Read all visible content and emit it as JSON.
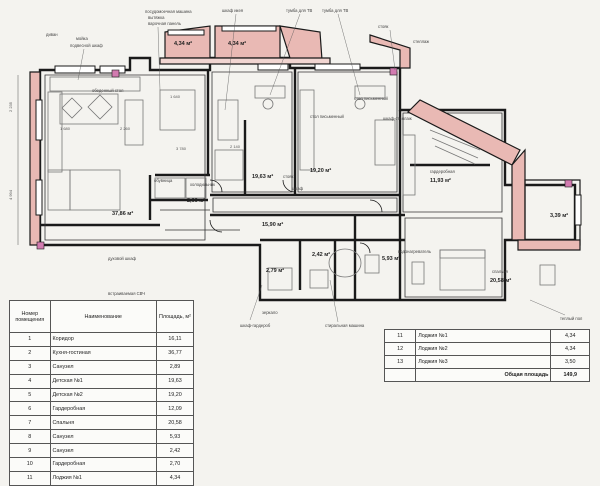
{
  "plan": {
    "rooms": [
      {
        "id": "kitchen",
        "area": "37,86 м²"
      },
      {
        "id": "wardrobe",
        "area": "2,99 м²"
      },
      {
        "id": "child1",
        "area": "19,63 м²"
      },
      {
        "id": "child2",
        "area": "19,20 м²"
      },
      {
        "id": "corridor",
        "area": "15,90 м²"
      },
      {
        "id": "wardrobe2",
        "area": "11,93 м²"
      },
      {
        "id": "loggia1",
        "area": "4,34 м²"
      },
      {
        "id": "loggia2",
        "area": "4,34 м²"
      },
      {
        "id": "loggia3",
        "area": "3,39 м²"
      },
      {
        "id": "wc1",
        "area": "2,79 м²"
      },
      {
        "id": "wc2",
        "area": "2,42 м²"
      },
      {
        "id": "bath",
        "area": "5,93 м²"
      },
      {
        "id": "bedroom",
        "area": "20,58 м²"
      }
    ],
    "labels": {
      "bedroom": "спальня",
      "wardrobe_room": "гардеробная",
      "wardrobe_closet": "шкаф-стеллаж",
      "fridge": "холодильник",
      "sofa": "диван",
      "tv_stand": "тумба для ТВ",
      "tv_stand_2": "тумба для ТВ",
      "closet_ikea": "шкаф икея",
      "desk": "стол письменный",
      "desk_2": "стол письменный",
      "riser": "стояк",
      "riser_2": "стояк",
      "closet": "шкаф",
      "washing_machine": "стиральная машина",
      "shelf_wardrobe": "шкаф-гардероб",
      "warm_floor": "теплый пол",
      "wall_cabinet": "подвесной шкаф",
      "rack": "стеллаж",
      "dishwasher": "посудомоечная машина",
      "hood": "вытяжка",
      "cooktop": "варочная панель",
      "oven": "духовой шкаф",
      "microwave": "встраиваемая СВЧ",
      "sink": "мойка",
      "dining_table": "обеденный стол",
      "shoe_rack": "обувница",
      "mirror": "зеркало",
      "boiler": "водонагреватель"
    },
    "dims": {
      "left_total": "4 994",
      "left_top": "2 235",
      "loggia_w": "1 680",
      "d1": "3 780",
      "d2": "2 260",
      "d3": "1 640",
      "d4": "2 140"
    }
  },
  "table_left": {
    "headers": {
      "num": "Номер помещения",
      "name": "Наименование",
      "area": "Площадь, м²"
    },
    "rows": [
      {
        "num": "1",
        "name": "Коридор",
        "area": "16,11"
      },
      {
        "num": "2",
        "name": "Кухня-гостиная",
        "area": "36,77"
      },
      {
        "num": "3",
        "name": "Санузел",
        "area": "2,89"
      },
      {
        "num": "4",
        "name": "Детская №1",
        "area": "19,63"
      },
      {
        "num": "5",
        "name": "Детская №2",
        "area": "19,20"
      },
      {
        "num": "6",
        "name": "Гардеробная",
        "area": "12,09"
      },
      {
        "num": "7",
        "name": "Спальня",
        "area": "20,58"
      },
      {
        "num": "8",
        "name": "Санузел",
        "area": "5,93"
      },
      {
        "num": "9",
        "name": "Санузел",
        "area": "2,42"
      },
      {
        "num": "10",
        "name": "Гардеробная",
        "area": "2,70"
      },
      {
        "num": "11",
        "name": "Лоджия №1",
        "area": "4,34"
      }
    ]
  },
  "table_right": {
    "rows": [
      {
        "num": "11",
        "name": "Лоджия №1",
        "area": "4,34"
      },
      {
        "num": "12",
        "name": "Лоджия №2",
        "area": "4,34"
      },
      {
        "num": "13",
        "name": "Лоджия №3",
        "area": "3,50"
      }
    ],
    "total_label": "Общая площадь",
    "total_value": "149,9"
  },
  "colors": {
    "wall": "#1a1a1a",
    "loggia": "#e9b9b4",
    "furniture": "#777777",
    "marker": "#d27bb0"
  }
}
